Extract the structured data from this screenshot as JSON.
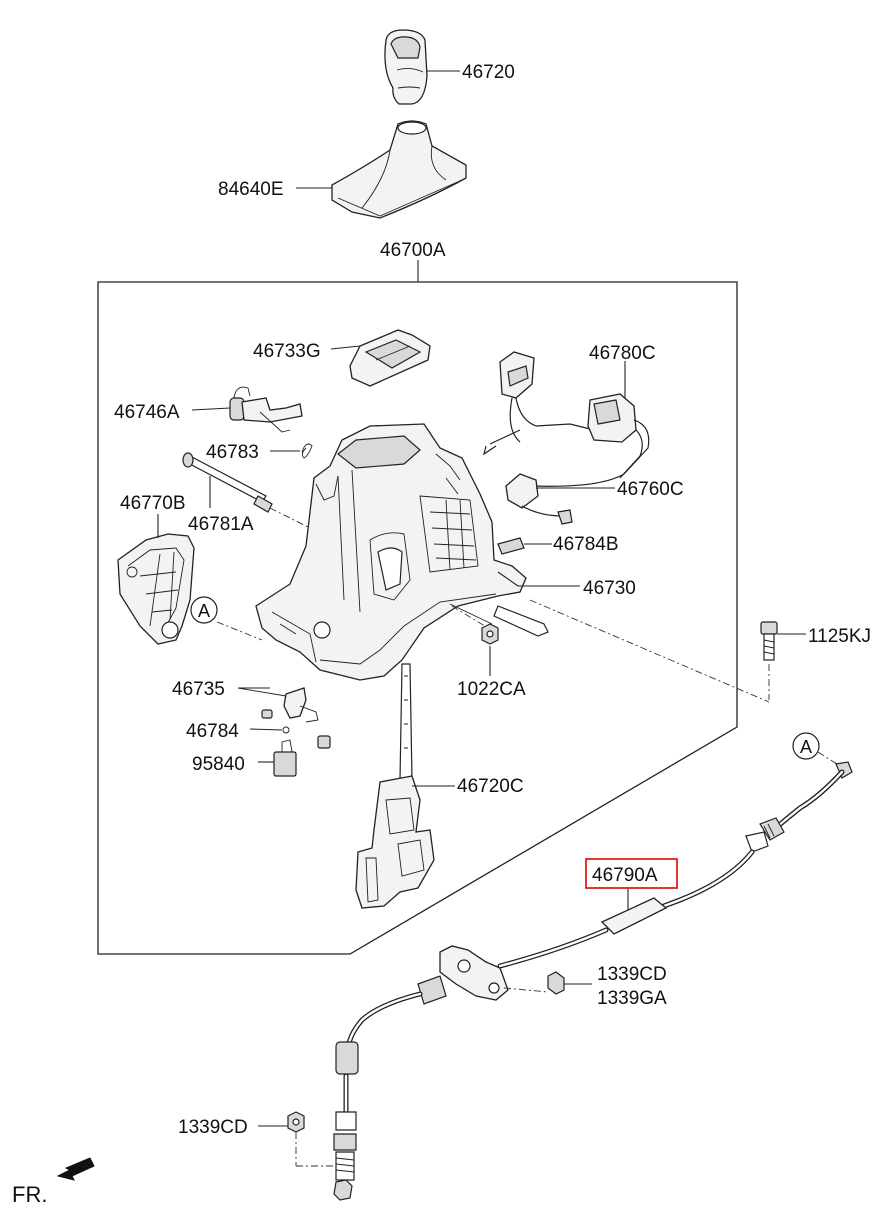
{
  "diagram": {
    "labels": {
      "p46720": "46720",
      "p84640E": "84640E",
      "p46700A": "46700A",
      "p46733G": "46733G",
      "p46780C": "46780C",
      "p46746A": "46746A",
      "p46783": "46783",
      "p46760C": "46760C",
      "p46770B": "46770B",
      "p46781A": "46781A",
      "p46784B": "46784B",
      "p46730": "46730",
      "p1125KJ": "1125KJ",
      "p1022CA": "1022CA",
      "p46735": "46735",
      "p46784": "46784",
      "p95840": "95840",
      "p46720C": "46720C",
      "p46790A": "46790A",
      "p1339CD_right": "1339CD",
      "p1339GA": "1339GA",
      "p1339CD_left": "1339CD",
      "callout_a_left": "A",
      "callout_a_right": "A",
      "front_marker": "FR."
    },
    "highlight": {
      "part": "46790A",
      "color": "#e0201c"
    },
    "colors": {
      "line": "#222222",
      "part_fill": "#f3f3f3",
      "shade": "#d9d9d9"
    }
  }
}
